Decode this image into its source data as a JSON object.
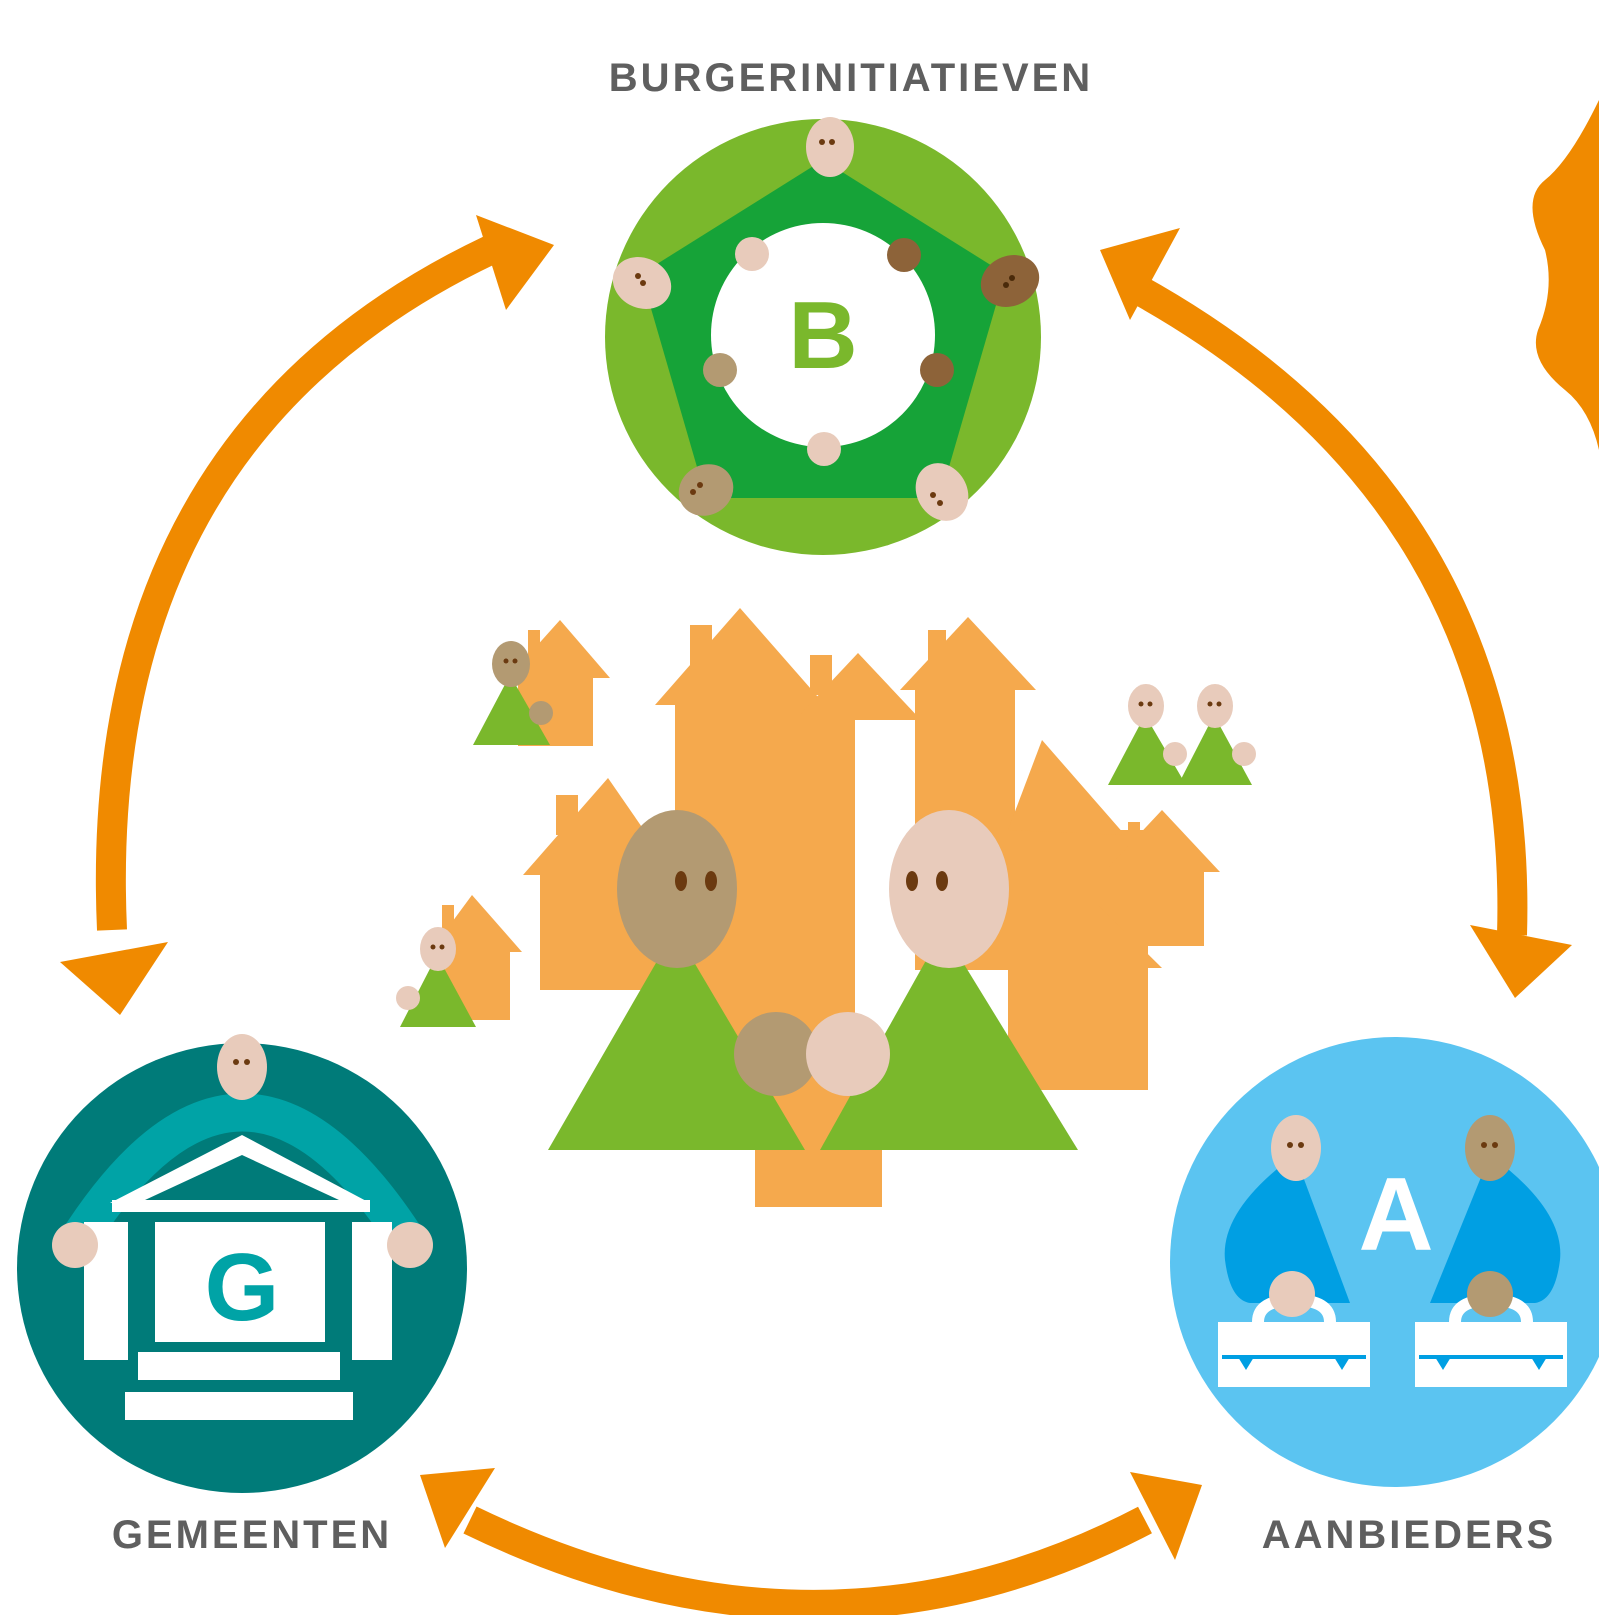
{
  "labels": {
    "burgerinitiatieven": "BURGERINITIATIEVEN",
    "gemeenten": "GEMEENTEN",
    "aanbieders": "AANBIEDERS"
  },
  "badges": {
    "b_letter": "B",
    "g_letter": "G",
    "a_letter": "A"
  },
  "colors": {
    "arrow": "#f08a00",
    "house": "#f5a94d",
    "green_light": "#7ab82c",
    "green_dark": "#16a338",
    "teal_dark": "#007b79",
    "teal_light": "#00a3a6",
    "sky": "#5bc4f1",
    "blue": "#009fe3",
    "label_text": "#5f5f5f",
    "skin_light": "#e8cbbb",
    "skin_mid": "#b39a72",
    "skin_dark": "#8d6339",
    "eye": "#6b3a10"
  },
  "icons": [
    "double-arrow",
    "house-icon",
    "person-icon",
    "town-hall-icon",
    "briefcase-icon",
    "circle-of-people-icon"
  ]
}
